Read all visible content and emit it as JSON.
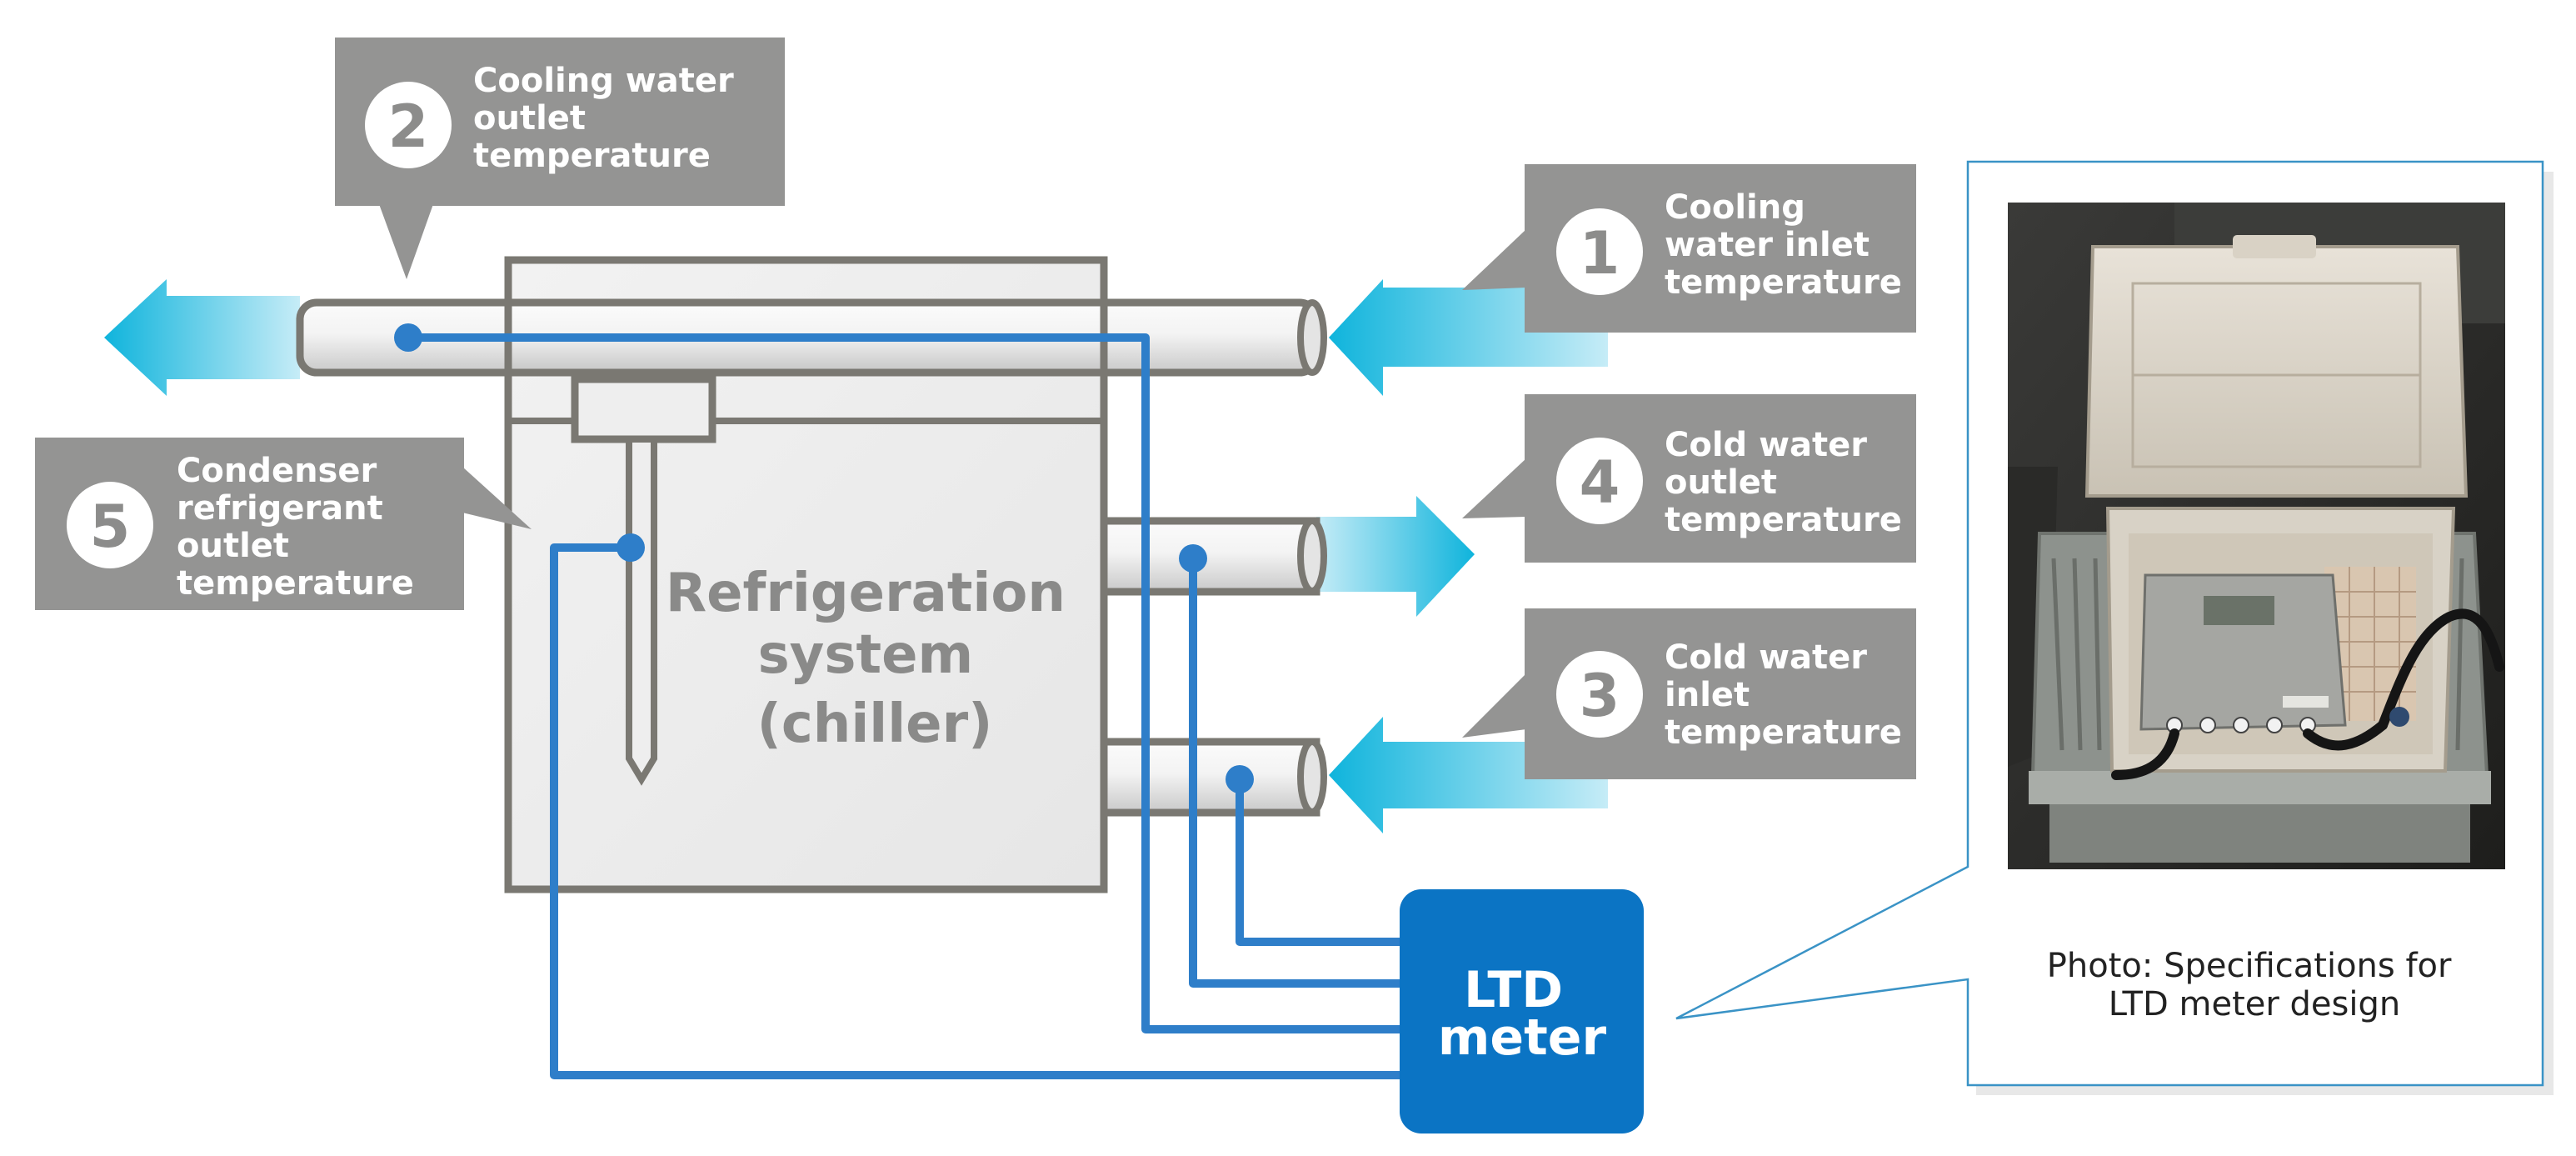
{
  "labels": {
    "l1": {
      "number": "1",
      "lines": [
        "Cooling",
        "water inlet",
        "temperature"
      ]
    },
    "l2": {
      "number": "2",
      "lines": [
        "Cooling water",
        "outlet",
        "temperature"
      ]
    },
    "l3": {
      "number": "3",
      "lines": [
        "Cold water",
        "inlet",
        "temperature"
      ]
    },
    "l4": {
      "number": "4",
      "lines": [
        "Cold water",
        "outlet",
        "temperature"
      ]
    },
    "l5": {
      "number": "5",
      "lines": [
        "Condenser",
        "refrigerant",
        "outlet",
        "temperature"
      ]
    }
  },
  "chiller": {
    "lines": [
      "Refrigeration",
      "system",
      "(chiller)"
    ]
  },
  "meter": {
    "lines": [
      "LTD",
      "meter"
    ]
  },
  "photo": {
    "caption_lines": [
      "Photo: Specifications for",
      "LTD meter design"
    ]
  },
  "colors": {
    "label_bg": "#949493",
    "wire": "#2e7ec9",
    "meter": "#0b74c4",
    "arrow": "#13b7dc",
    "outline": "#7a7872"
  }
}
